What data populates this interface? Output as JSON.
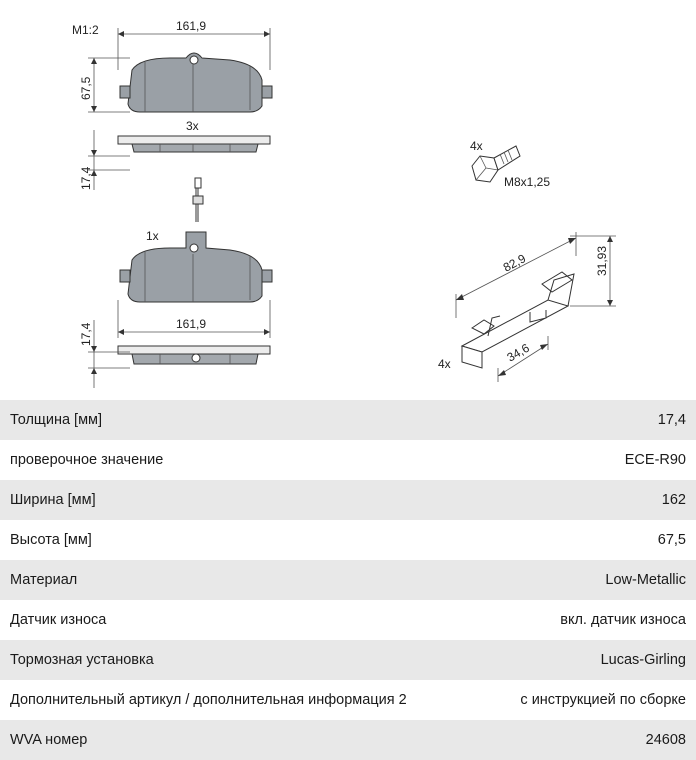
{
  "drawing": {
    "scale": "M1:2",
    "pad_width_top": "161,9",
    "pad_height": "67,5",
    "qty_pads_no_sensor": "3x",
    "thickness_top": "17,4",
    "qty_pad_with_sensor": "1x",
    "pad_width_bottom": "161,9",
    "thickness_bottom": "17,4",
    "qty_bolts": "4x",
    "bolt_size": "M8x1,25",
    "clip_length": "82,9",
    "clip_height": "31,93",
    "clip_offset": "34,6",
    "qty_clips": "4x"
  },
  "specs": [
    {
      "label": "Толщина [мм]",
      "value": "17,4"
    },
    {
      "label": "проверочное значение",
      "value": "ECE-R90"
    },
    {
      "label": "Ширина [мм]",
      "value": "162"
    },
    {
      "label": "Высота [мм]",
      "value": "67,5"
    },
    {
      "label": "Материал",
      "value": "Low-Metallic"
    },
    {
      "label": "Датчик износа",
      "value": "вкл. датчик износа"
    },
    {
      "label": "Тормозная установка",
      "value": "Lucas-Girling"
    },
    {
      "label": "Дополнительный артикул / дополнительная информация 2",
      "value": "с инструкцией по сборке"
    },
    {
      "label": "WVA номер",
      "value": "24608"
    }
  ]
}
